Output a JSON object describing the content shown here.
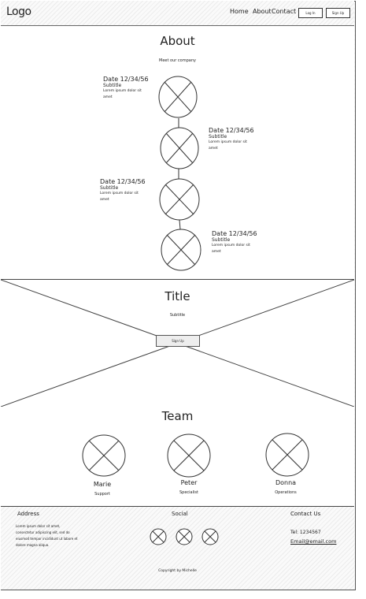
{
  "nav": {
    "logo": "Logo",
    "links": [
      "Home",
      "About",
      "Contact"
    ],
    "login_label": "Log In",
    "signup_label": "Sign Up"
  },
  "about": {
    "title": "About",
    "subtitle": "Meet our company",
    "timeline": [
      {
        "date": "Date 12/34/56",
        "subtitle": "Subtitle",
        "body": "Lorem ipsum dolor sit amet"
      },
      {
        "date": "Date 12/34/56",
        "subtitle": "Subtitle",
        "body": "Lorem ipsum dolor sit amet"
      },
      {
        "date": "Date 12/34/56",
        "subtitle": "Subtitle",
        "body": "Lorem ipsum dolor sit amet"
      },
      {
        "date": "Date 12/34/56",
        "subtitle": "Subtitle",
        "body": "Lorem ipsum dolor sit amet"
      }
    ]
  },
  "hero": {
    "title": "Title",
    "subtitle": "Subtitle",
    "button_label": "Sign Up"
  },
  "team": {
    "title": "Team",
    "members": [
      {
        "name": "Marie",
        "role": "Support"
      },
      {
        "name": "Peter",
        "role": "Specialist"
      },
      {
        "name": "Donna",
        "role": "Operations"
      }
    ]
  },
  "footer": {
    "address_title": "Address",
    "address_text": "Lorem ipsum dolor sit amet, consectetur adipiscing elit, sed do eiusmod tempor incididunt ut labore et dolore magna aliqua.",
    "social_title": "Social",
    "contact_title": "Contact Us",
    "phone": "Tel: 1234567",
    "email": "Email@email.com",
    "copyright": "Copyright by Michelle"
  }
}
